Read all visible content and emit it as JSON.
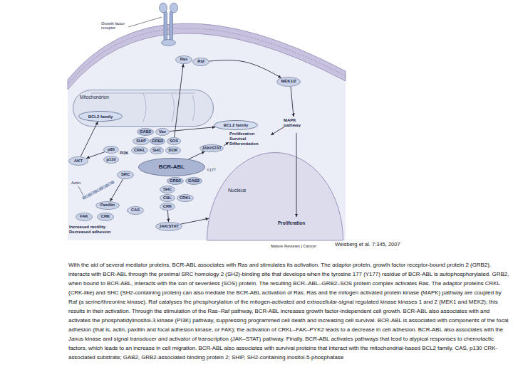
{
  "diagram": {
    "caption": "With the aid of several mediator proteins, BCR-ABL associates with Ras and stimulates its activation. The adaptor protein, growth factor receptor-bound protein 2 (GRB2), interacts with BCR-ABL through the proximal SRC homology 2 (SH2)-binding site that develops when the tyrosine 177 (Y177) residue of BCR-ABL is autophosphorylated. GRB2, when bound to BCR-ABL, interacts with the son of sevenless (SOS) protein. The resulting BCR–ABL–GRB2–SOS protein complex activates Ras. The adaptor proteins CRKL (CRK-like) and SHC (SH2-containing protein) can also mediate the BCR-ABL activation of Ras. Ras and the mitogen activated protein kinase (MAPK) pathway are coupled by Raf (a serine/threonine kinase). Raf catalyses the phosphorylation of the mitogen-activated and extracellular-signal regulated kinase kinases 1 and 2 (MEK1 and MEK2); this results in their activation. Through the stimulation of the Ras–Raf pathway, BCR-ABL increases growth factor-independent cell growth. BCR-ABL also associates with and activates the phosphatidylinositol-3 kinase (PI3K) pathway, suppressing programmed cell death and increasing cell survival. BCR-ABL is associated with components of the focal adhesion (that is, actin, paxillin and focal adhesion kinase, or FAK); the activation of CRKL–FAK–PYK2 leads to a decrease in cell adhesion. BCR-ABL also associates with the Janus kinase and signal transducer and activator of transcription (JAK–STAT) pathway. Finally, BCR-ABL activates pathways that lead to atypical responses to chemotactic factors, which leads to an increase in cell migration. BCR-ABL also associates with survival proteins that interact with the mitochondrial-based BCL2 family. CAS, p130 CRK-associated substrate; GAB2, GRB2-associated binding protein 2; SHIP, SH2-containing inositol-5-phosphatase",
    "nodes": [
      {
        "text": [
          "Ras"
        ]
      },
      {
        "text": [
          "Raf"
        ]
      },
      {
        "text": [
          "MEK1/2"
        ]
      },
      {
        "text": [
          "Mitochondrion"
        ]
      },
      {
        "text": [
          "BCL2 family"
        ],
        "in": 3
      },
      {
        "text": [
          "BCL2 family"
        ]
      },
      {
        "text": [
          "GAB2"
        ]
      },
      {
        "text": [
          "Vav"
        ]
      },
      {
        "text": [
          "SHIP"
        ]
      },
      {
        "text": [
          "GRB2"
        ]
      },
      {
        "text": [
          "SOS"
        ]
      },
      {
        "text": [
          "AKT"
        ]
      },
      {
        "text": [
          "p85"
        ]
      },
      {
        "text": [
          "p110"
        ]
      },
      {
        "text": [
          "CRKL"
        ]
      },
      {
        "text": [
          "SHC"
        ]
      },
      {
        "text": [
          "DOK"
        ]
      },
      {
        "text": [
          "JAK/STAT"
        ]
      },
      {
        "text": [
          "BCR-ABL"
        ]
      },
      {
        "text": [
          "SRC"
        ]
      },
      {
        "text": [
          "GRB2"
        ]
      },
      {
        "text": [
          "GAB2"
        ]
      },
      {
        "text": [
          "SHC"
        ]
      },
      {
        "text": [
          "CBL"
        ]
      },
      {
        "text": [
          "CRKL"
        ]
      },
      {
        "text": [
          "CRK"
        ]
      },
      {
        "text": [
          "Nucleus",
          "Proliferation"
        ]
      },
      {
        "text": [
          "Paxillin"
        ]
      },
      {
        "text": [
          "FAK"
        ]
      },
      {
        "text": [
          "CRK"
        ]
      },
      {
        "text": [
          "CAS"
        ]
      },
      {
        "text": [
          "JAK/STAT"
        ]
      }
    ],
    "edges": [
      {
        "from": 1,
        "to": 2,
        "arrow": "to"
      },
      {
        "from": 10,
        "to": 0,
        "arrow": "to"
      },
      {
        "from": 12,
        "to": 11,
        "arrow": "to"
      },
      {
        "from": 11,
        "to": 4,
        "arrow": "to"
      },
      {
        "from": 7,
        "to": 5,
        "arrow": "to"
      },
      {
        "from": 18,
        "to": 17,
        "arrow": "to"
      },
      {
        "from": 19,
        "to": 27,
        "arrow": "to"
      },
      {
        "from": 25,
        "to": 31,
        "arrow": "to"
      },
      {
        "from": 31,
        "to": 26,
        "arrow": "to"
      }
    ],
    "labels": [
      "Growth factor receptor",
      "PI3K",
      "Y177",
      "MAPK pathway",
      "Proliferation Survival Differentiation",
      "Actin",
      "Increased motility Decreased adhesion",
      "Nature Reviews | Cancer",
      "Weisberg et al. 7:345, 2007"
    ]
  }
}
